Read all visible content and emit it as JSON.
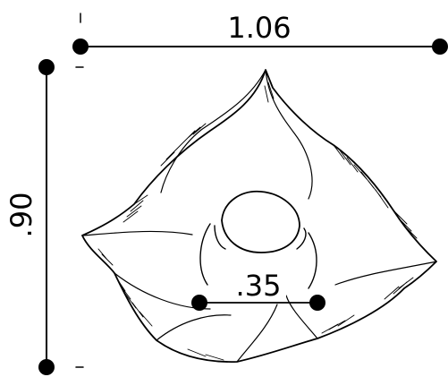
{
  "drawing": {
    "dimensions": {
      "width_label": "1.06",
      "height_label": ".90",
      "inner_label": ".35"
    },
    "colors": {
      "line": "#000000",
      "background": "#ffffff"
    }
  }
}
